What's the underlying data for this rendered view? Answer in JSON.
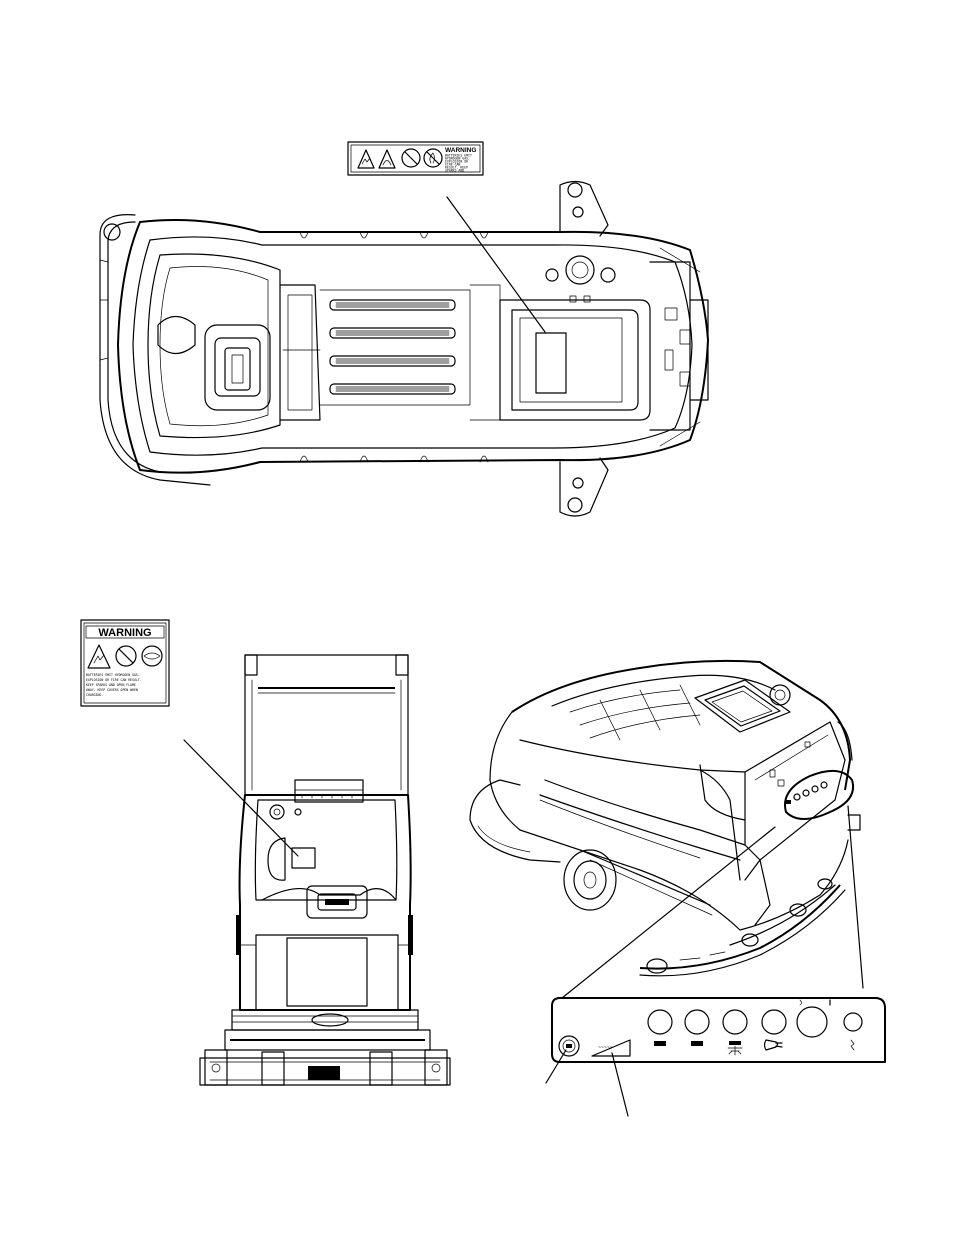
{
  "decal_top": {
    "heading": "WARNING",
    "body_lines": [
      "BATTERIES EMIT",
      "HYDROGEN GAS.",
      "EXPLOSION OR",
      "FIRE CAN",
      "RESULT. KEEP",
      "SPARKS AND",
      "OPEN FLAME AWAY."
    ]
  },
  "decal_left": {
    "heading": "WARNING",
    "body_lines": [
      "BATTERIES EMIT HYDROGEN GAS.",
      "EXPLOSION OR FIRE CAN RESULT.",
      "KEEP SPARKS AND OPEN FLAME",
      "AWAY. KEEP COVERS OPEN WHEN",
      "CHARGING."
    ]
  },
  "control_panel": {
    "wedge_text": "~~~~~"
  },
  "icons": [
    "explosion-icon",
    "acid-splash-icon",
    "no-smoking-icon",
    "no-flame-icon",
    "eye-protection-icon"
  ]
}
